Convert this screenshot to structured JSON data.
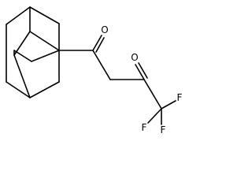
{
  "molecule": {
    "atoms": {
      "oxygen_ketone_1": "O",
      "oxygen_ketone_2": "O",
      "fluorine_1": "F",
      "fluorine_2": "F",
      "fluorine_3": "F"
    }
  }
}
